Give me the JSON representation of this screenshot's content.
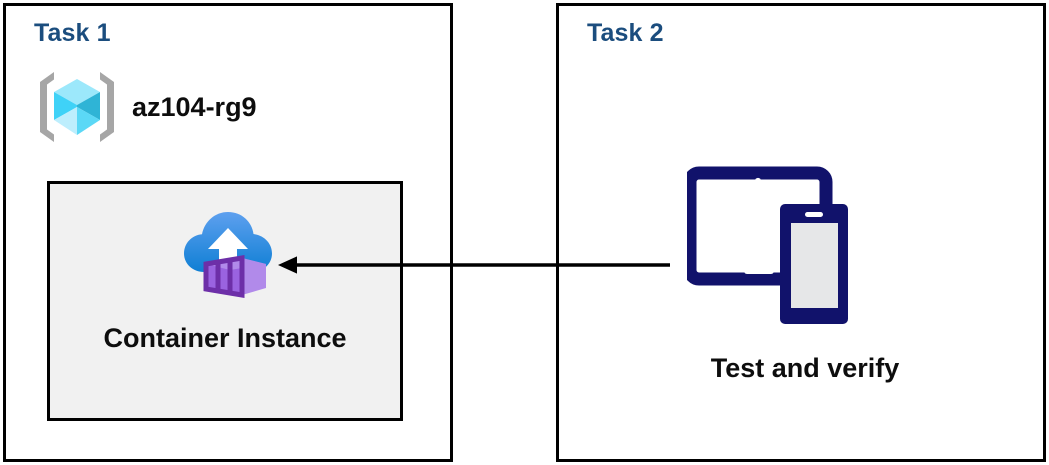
{
  "diagram": {
    "title": "Azure Container Instance task diagram",
    "background": "#ffffff",
    "colors": {
      "panel_border": "#000000",
      "task_label": "#1b4d7e",
      "body_text": "#0d0d0d",
      "inner_box_fill": "#f1f1f1",
      "device_navy": "#11126b",
      "device_screen": "#e6e7e8",
      "cube_light": "#9ce8fb",
      "cube_mid": "#3fd2f7",
      "cube_dark": "#2fb4d6",
      "bracket_gray": "#a6a6a6",
      "cloud_blue_top": "#5ea0ef",
      "cloud_blue_bottom": "#0f7fd4",
      "container_purple_light": "#b18aea",
      "container_purple_mid": "#9a63e0",
      "container_purple_dark": "#6d2fa8",
      "arrow": "#000000"
    }
  },
  "panels": [
    {
      "id": "task1",
      "title": "Task 1",
      "resource_group": {
        "label": "az104-rg9",
        "icon": "resource-group-icon"
      },
      "resource": {
        "label": "Container Instance",
        "icon": "container-instance-icon"
      }
    },
    {
      "id": "task2",
      "title": "Task 2",
      "step": {
        "label": "Test and verify",
        "icon": "devices-icon"
      }
    }
  ],
  "connector": {
    "name": "arrow-task2-to-container-instance",
    "direction": "right-to-left",
    "from": "Test and verify",
    "to": "Container Instance"
  }
}
